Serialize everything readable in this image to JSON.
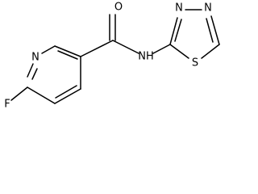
{
  "molecule": {
    "atoms": {
      "fluorine": "F",
      "pyridine_nitrogen": "N",
      "carbonyl_oxygen": "O",
      "amide_nh": "NH",
      "thiadiazole_n3": "N",
      "thiadiazole_n4": "N",
      "thiadiazole_sulfur": "S"
    }
  }
}
